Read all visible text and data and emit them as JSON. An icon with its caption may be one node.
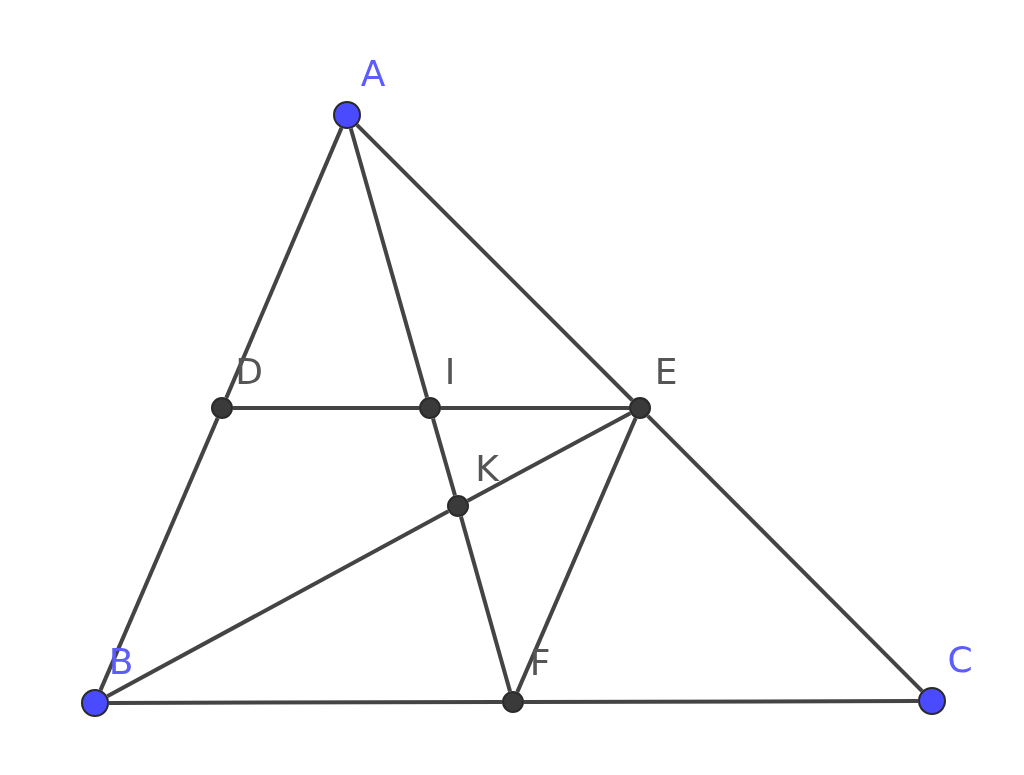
{
  "diagram": {
    "nodes": [
      {
        "text": [],
        "shape": "circle",
        "beside": [
          "A"
        ]
      },
      {
        "text": [],
        "shape": "circle",
        "beside": [
          "B"
        ]
      },
      {
        "text": [],
        "shape": "circle",
        "beside": [
          "C"
        ]
      },
      {
        "text": [],
        "shape": "circle",
        "beside": [
          "D"
        ]
      },
      {
        "text": [],
        "shape": "circle",
        "beside": [
          "I"
        ]
      },
      {
        "text": [],
        "shape": "circle",
        "beside": [
          "E"
        ]
      },
      {
        "text": [],
        "shape": "circle",
        "beside": [
          "K"
        ]
      },
      {
        "text": [],
        "shape": "circle",
        "beside": [
          "F"
        ]
      }
    ],
    "edges": [
      {
        "from": 0,
        "to": 3,
        "arrow": "none"
      },
      {
        "from": 3,
        "to": 1,
        "arrow": "none"
      },
      {
        "from": 0,
        "to": 4,
        "arrow": "none"
      },
      {
        "from": 4,
        "to": 6,
        "arrow": "none"
      },
      {
        "from": 6,
        "to": 7,
        "arrow": "none"
      },
      {
        "from": 0,
        "to": 5,
        "arrow": "none"
      },
      {
        "from": 5,
        "to": 2,
        "arrow": "none"
      },
      {
        "from": 3,
        "to": 4,
        "arrow": "none"
      },
      {
        "from": 4,
        "to": 5,
        "arrow": "none"
      },
      {
        "from": 1,
        "to": 6,
        "arrow": "none"
      },
      {
        "from": 6,
        "to": 5,
        "arrow": "none"
      },
      {
        "from": 5,
        "to": 7,
        "arrow": "none"
      },
      {
        "from": 1,
        "to": 7,
        "arrow": "none"
      },
      {
        "from": 7,
        "to": 2,
        "arrow": "none"
      }
    ]
  }
}
